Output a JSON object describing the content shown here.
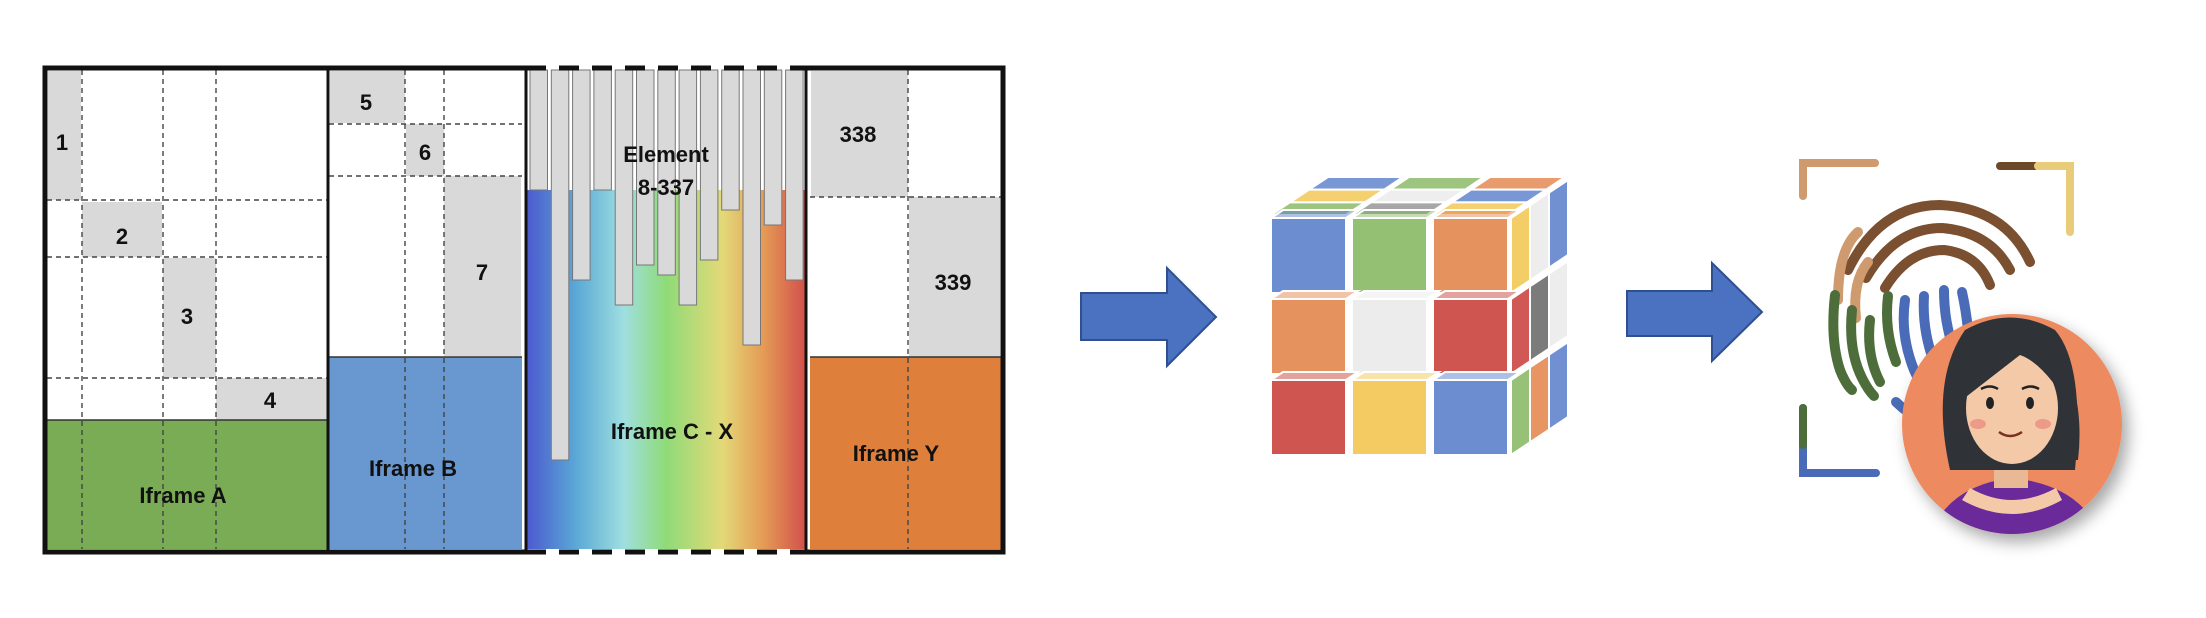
{
  "diagram": {
    "labels": {
      "cell_1": "1",
      "cell_2": "2",
      "cell_3": "3",
      "cell_4": "4",
      "cell_5": "5",
      "cell_6": "6",
      "cell_7": "7",
      "iframe_a": "Iframe A",
      "iframe_b": "Iframe B",
      "element_line1": "Element",
      "element_line2": "8-337",
      "iframe_cx": "Iframe C - X",
      "cell_338": "338",
      "cell_339": "339",
      "iframe_y": "Iframe Y"
    },
    "colors": {
      "cell_gray": "#d9d9d9",
      "iframe_a_green": "#7aab55",
      "iframe_b_blue": "#6898cf",
      "iframe_y_orange": "#df7f3c",
      "arrow_blue": "#4a72c0",
      "avatar_bg": "#ee8a60",
      "shirt_purple": "#6a2a9a",
      "hair_dark": "#2f3338",
      "skin": "#f3c9a8",
      "fingerprint_brown": "#7a5030",
      "fingerprint_green": "#4d6e3a",
      "fingerprint_blue": "#4a6cb8",
      "fingerprint_tan": "#cf9a6e"
    },
    "icons": [
      "right-arrow-icon",
      "rubik-cube-icon",
      "fingerprint-icon",
      "user-avatar-icon"
    ]
  }
}
